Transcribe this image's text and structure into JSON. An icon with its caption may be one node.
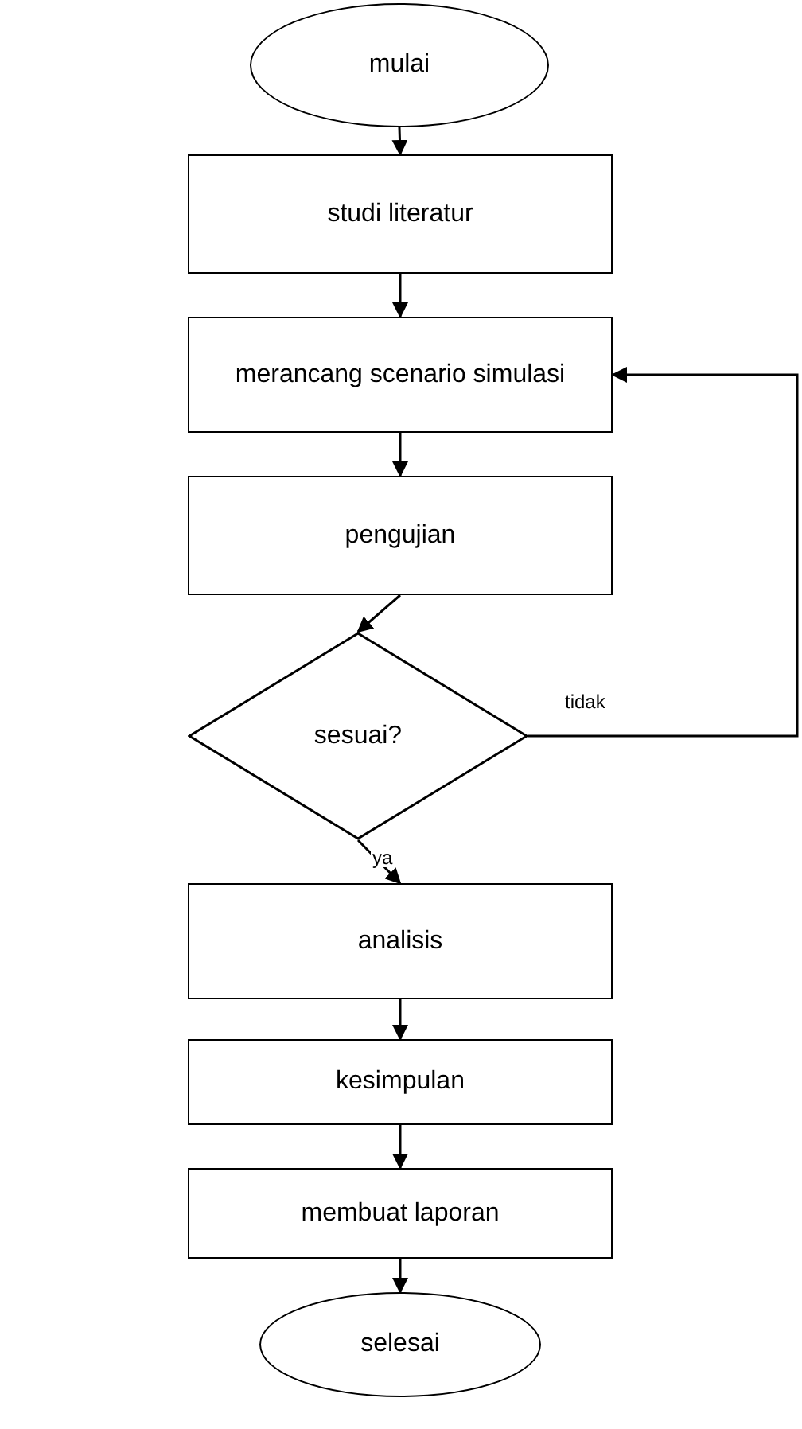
{
  "diagram": {
    "nodes": [
      {
        "text": [
          "mulai"
        ]
      },
      {
        "text": [
          "studi literatur"
        ]
      },
      {
        "text": [
          "merancang scenario simulasi"
        ]
      },
      {
        "text": [
          "pengujian"
        ]
      },
      {
        "text": [
          "sesuai?"
        ]
      },
      {
        "text": [
          "analisis"
        ]
      },
      {
        "text": [
          "kesimpulan"
        ]
      },
      {
        "text": [
          "membuat laporan"
        ]
      },
      {
        "text": [
          "selesai"
        ]
      }
    ],
    "edges": [
      {
        "from": 0,
        "to": 1,
        "arrow": "to"
      },
      {
        "from": 1,
        "to": 2,
        "arrow": "to"
      },
      {
        "from": 2,
        "to": 3,
        "arrow": "to"
      },
      {
        "from": 3,
        "to": 4,
        "arrow": "to"
      },
      {
        "from": 4,
        "to": 5,
        "arrow": "to",
        "label": "ya"
      },
      {
        "from": 5,
        "to": 6,
        "arrow": "to"
      },
      {
        "from": 6,
        "to": 7,
        "arrow": "to"
      },
      {
        "from": 7,
        "to": 8,
        "arrow": "to"
      },
      {
        "from": 4,
        "to": 2,
        "arrow": "to",
        "label": "tidak"
      }
    ]
  }
}
